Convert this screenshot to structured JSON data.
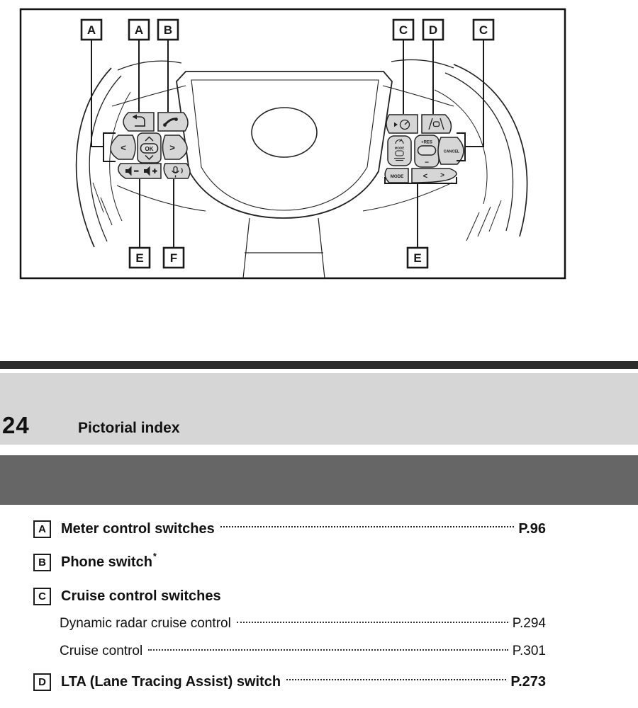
{
  "figure": {
    "description": "Steering wheel switches diagram",
    "callouts": [
      "A",
      "A",
      "B",
      "C",
      "D",
      "C",
      "E",
      "F",
      "E"
    ],
    "buttons": {
      "ok": "OK",
      "arrow_left": "<",
      "arrow_right": ">",
      "res": "+RES",
      "res_minus": "−",
      "cancel": "CANCEL",
      "distance_mode": "MODE",
      "mode": "MODE",
      "seek_left": "<",
      "seek_right": ">"
    },
    "icons": {
      "back": "return-arrow",
      "phone": "handset",
      "volume_down": "speaker-minus",
      "volume_up": "speaker-plus",
      "voice": "microphone",
      "cruise": "speedometer-arrow",
      "lta": "car-between-lanes",
      "distance": "vehicle-to-vehicle-distance"
    }
  },
  "header": {
    "page_number": "24",
    "section_title": "Pictorial index"
  },
  "index": {
    "items": [
      {
        "letter": "A",
        "label": "Meter control switches",
        "page": "P.96"
      },
      {
        "letter": "B",
        "label": "Phone switch",
        "footnote_marker": "*",
        "page": ""
      },
      {
        "letter": "C",
        "label": "Cruise control switches",
        "page": "",
        "sub_items": [
          {
            "label": "Dynamic radar cruise control",
            "page": "P.294"
          },
          {
            "label": "Cruise control",
            "page": "P.301"
          }
        ]
      },
      {
        "letter": "D",
        "label": "LTA (Lane Tracing Assist) switch",
        "page": "P.273"
      }
    ]
  },
  "colors": {
    "top_rule": "#2b2b2b",
    "header_band": "#d6d6d6",
    "chapter_band": "#666666",
    "button_fill": "#d6d6d6",
    "line": "#1a1a1a"
  }
}
